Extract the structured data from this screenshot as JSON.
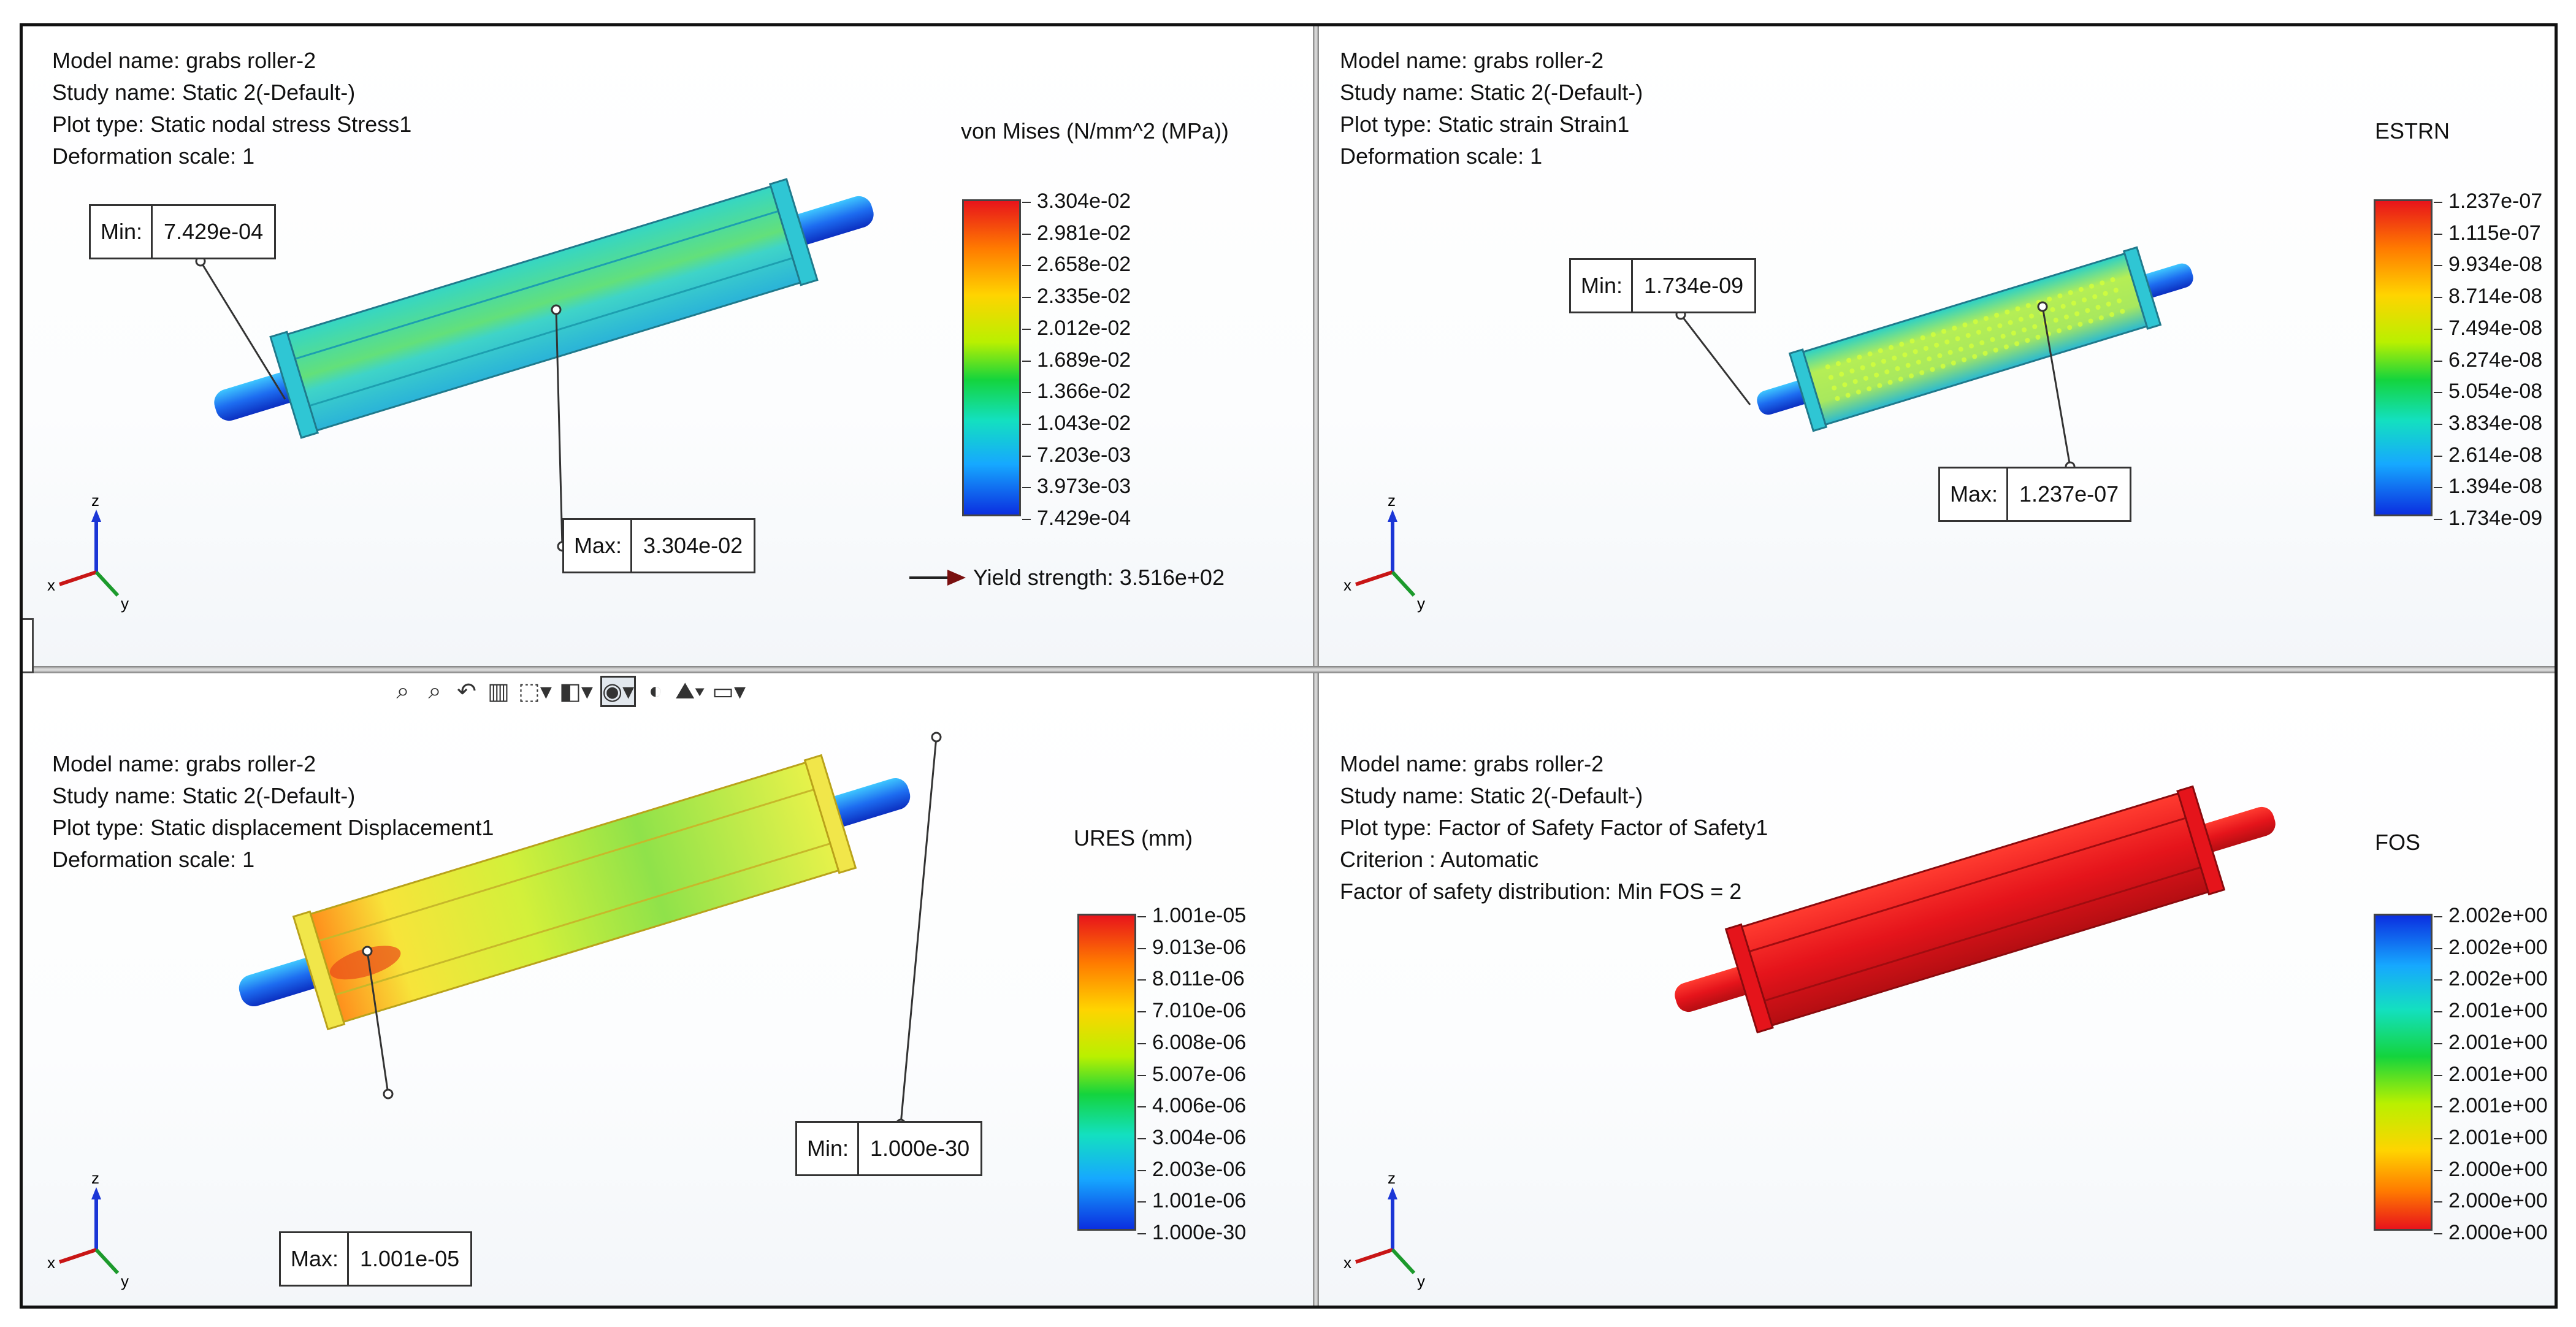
{
  "panels": {
    "stress": {
      "info": {
        "model": "Model name: grabs roller-2",
        "study": "Study name: Static 2(-Default-)",
        "plot": "Plot type: Static nodal stress Stress1",
        "scale": "Deformation scale: 1"
      },
      "legend_title": "von Mises (N/mm^2 (MPa))",
      "ticks": [
        "3.304e-02",
        "2.981e-02",
        "2.658e-02",
        "2.335e-02",
        "2.012e-02",
        "1.689e-02",
        "1.366e-02",
        "1.043e-02",
        "7.203e-03",
        "3.973e-03",
        "7.429e-04"
      ],
      "min": {
        "key": "Min:",
        "value": "7.429e-04"
      },
      "max": {
        "key": "Max:",
        "value": "3.304e-02"
      },
      "yield": "Yield strength: 3.516e+02"
    },
    "strain": {
      "info": {
        "model": "Model name: grabs roller-2",
        "study": "Study name: Static 2(-Default-)",
        "plot": "Plot type: Static strain Strain1",
        "scale": "Deformation scale: 1"
      },
      "legend_title": "ESTRN",
      "ticks": [
        "1.237e-07",
        "1.115e-07",
        "9.934e-08",
        "8.714e-08",
        "7.494e-08",
        "6.274e-08",
        "5.054e-08",
        "3.834e-08",
        "2.614e-08",
        "1.394e-08",
        "1.734e-09"
      ],
      "min": {
        "key": "Min:",
        "value": "1.734e-09"
      },
      "max": {
        "key": "Max:",
        "value": "1.237e-07"
      }
    },
    "displacement": {
      "info": {
        "model": "Model name: grabs roller-2",
        "study": "Study name: Static 2(-Default-)",
        "plot": "Plot type: Static displacement Displacement1",
        "scale": "Deformation scale: 1"
      },
      "legend_title": "URES (mm)",
      "ticks": [
        "1.001e-05",
        "9.013e-06",
        "8.011e-06",
        "7.010e-06",
        "6.008e-06",
        "5.007e-06",
        "4.006e-06",
        "3.004e-06",
        "2.003e-06",
        "1.001e-06",
        "1.000e-30"
      ],
      "min": {
        "key": "Min:",
        "value": "1.000e-30"
      },
      "max": {
        "key": "Max:",
        "value": "1.001e-05"
      }
    },
    "fos": {
      "info": {
        "model": "Model name: grabs roller-2",
        "study": "Study name: Static 2(-Default-)",
        "plot": "Plot type: Factor of Safety Factor of Safety1",
        "criterion": "Criterion : Automatic",
        "distribution": "Factor of safety distribution: Min FOS = 2"
      },
      "legend_title": "FOS",
      "ticks": [
        "2.002e+00",
        "2.002e+00",
        "2.002e+00",
        "2.001e+00",
        "2.001e+00",
        "2.001e+00",
        "2.001e+00",
        "2.001e+00",
        "2.000e+00",
        "2.000e+00",
        "2.000e+00"
      ]
    }
  },
  "triad": {
    "x": "x",
    "y": "y",
    "z": "z"
  },
  "toolbar_icons": [
    "zoom-to-fit-icon",
    "zoom-to-area-icon",
    "previous-view-icon",
    "section-view-icon",
    "view-orientation-icon",
    "display-style-icon",
    "hide-show-items-icon",
    "edit-appearance-icon",
    "apply-scene-icon",
    "view-settings-icon"
  ],
  "colors": {
    "legend_high": "#e8141b",
    "legend_low": "#0b2fe0",
    "fos_body": "#e5141b"
  }
}
